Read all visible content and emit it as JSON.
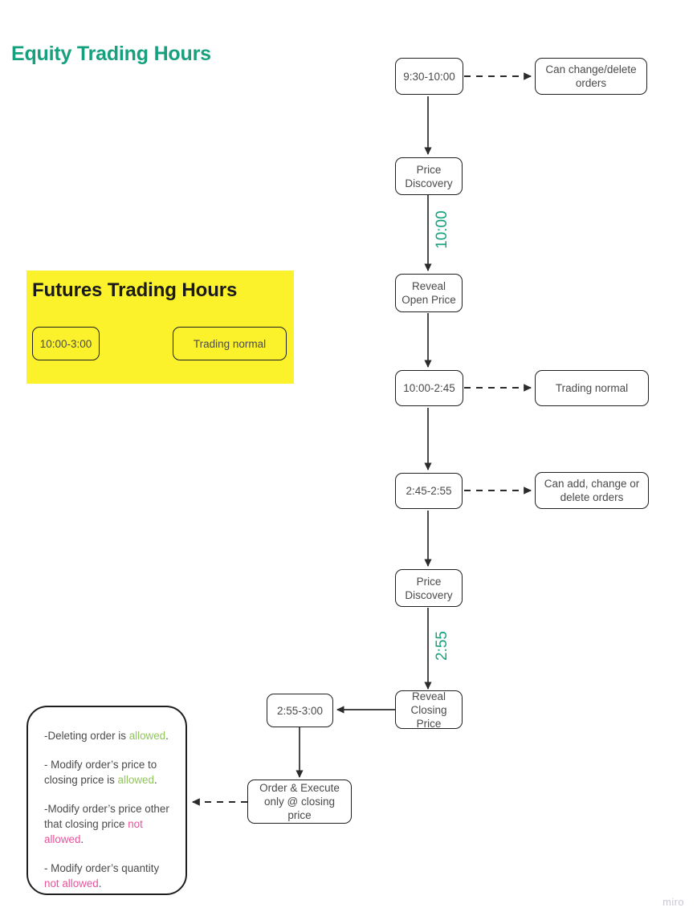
{
  "board": {
    "background": "#ffffff",
    "watermark": "miro",
    "accent_teal": "#17a07e",
    "accent_yellow": "#fbf22c",
    "allowed_color": "#92c45c",
    "not_allowed_color": "#e8529c"
  },
  "equity": {
    "title": "Equity Trading Hours",
    "nodes": {
      "session_open": "9:30-10:00",
      "note_open": "Can change/delete orders",
      "price_discovery_1": "Price\nDiscovery",
      "reveal_open": "Reveal\nOpen Price",
      "session_mid": "10:00-2:45",
      "note_mid": "Trading normal",
      "session_preclose": "2:45-2:55",
      "note_preclose": "Can add, change or delete orders",
      "price_discovery_2": "Price\nDiscovery",
      "reveal_close": "Reveal\nClosing Price",
      "session_close": "2:55-3:00",
      "order_execute": "Order & Execute only @ closing price"
    },
    "edge_labels": {
      "open_time": "10:00",
      "close_time": "2:55"
    },
    "closing_rules": {
      "line1_pre": "-Deleting order is ",
      "line1_em": "allowed",
      "line1_post": ".",
      "line2_pre": "- Modify order’s price to closing price is ",
      "line2_em": "allowed",
      "line2_post": ".",
      "line3_pre": "-Modify order’s price other that closing price ",
      "line3_em": "not allowed",
      "line3_post": ".",
      "line4_pre": "- Modify order’s quantity ",
      "line4_em": "not allowed",
      "line4_post": "."
    }
  },
  "futures": {
    "title": "Futures Trading Hours",
    "nodes": {
      "session": "10:00-3:00",
      "behavior": "Trading normal"
    }
  }
}
